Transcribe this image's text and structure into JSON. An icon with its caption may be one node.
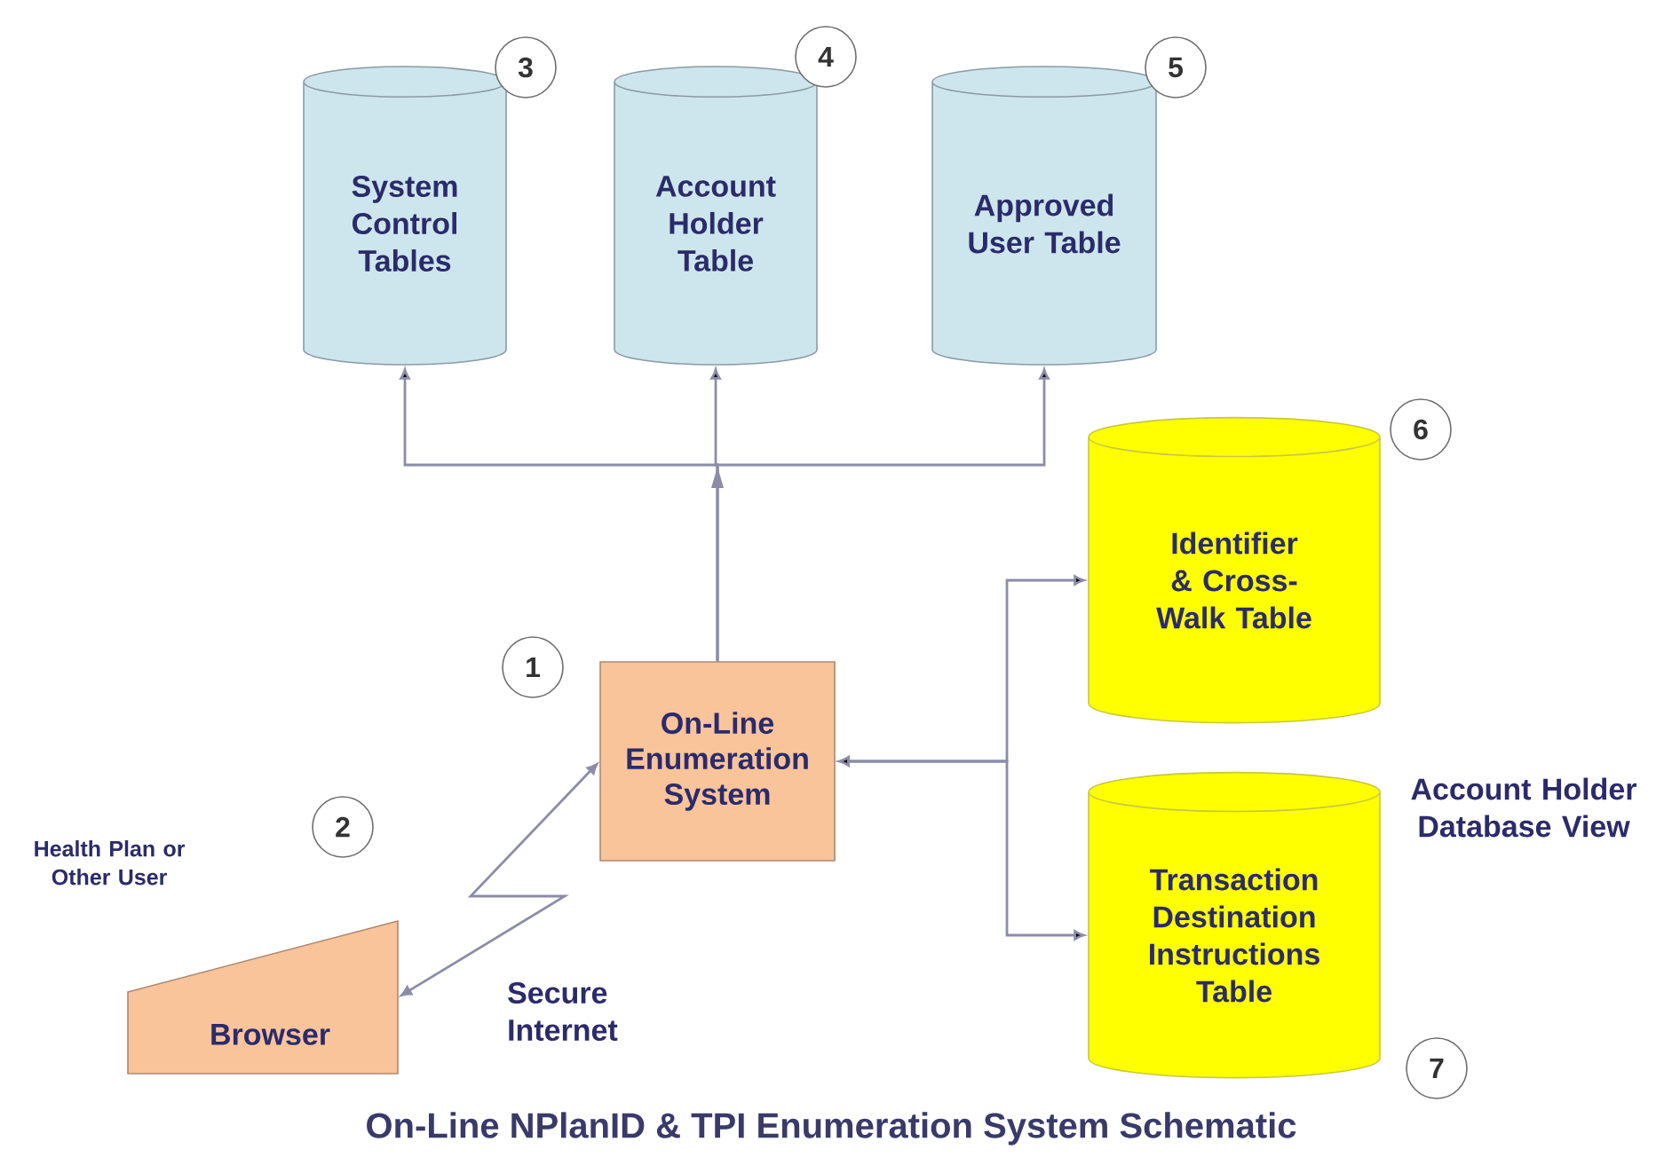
{
  "diagram": {
    "title": "On-Line NPlanID & TPI Enumeration System Schematic",
    "nodes": [
      {
        "text": [
          "On-Line Enumeration System"
        ],
        "beside": [
          "1"
        ]
      },
      {
        "text": [
          "Browser"
        ],
        "beside": [
          "Health Plan or Other User",
          "2"
        ]
      },
      {
        "text": [
          "System Control Tables"
        ],
        "beside": [
          "3"
        ]
      },
      {
        "text": [
          "Account Holder Table"
        ],
        "beside": [
          "4"
        ]
      },
      {
        "text": [
          "Approved User Table"
        ],
        "beside": [
          "5"
        ]
      },
      {
        "text": [
          "Identifier & Cross-Walk Table"
        ],
        "beside": [
          "6"
        ]
      },
      {
        "text": [
          "Transaction Destination Instructions Table"
        ],
        "beside": [
          "7"
        ]
      }
    ],
    "edges": [
      {
        "from": 0,
        "to": 2,
        "arrow": "to"
      },
      {
        "from": 0,
        "to": 3,
        "arrow": "to"
      },
      {
        "from": 0,
        "to": 4,
        "arrow": "to"
      },
      {
        "from": 0,
        "to": 5,
        "arrow": "both"
      },
      {
        "from": 0,
        "to": 6,
        "arrow": "both"
      },
      {
        "from": 0,
        "to": 1,
        "arrow": "both",
        "label": "Secure Internet"
      }
    ],
    "labels": [
      "Account Holder Database View"
    ]
  }
}
